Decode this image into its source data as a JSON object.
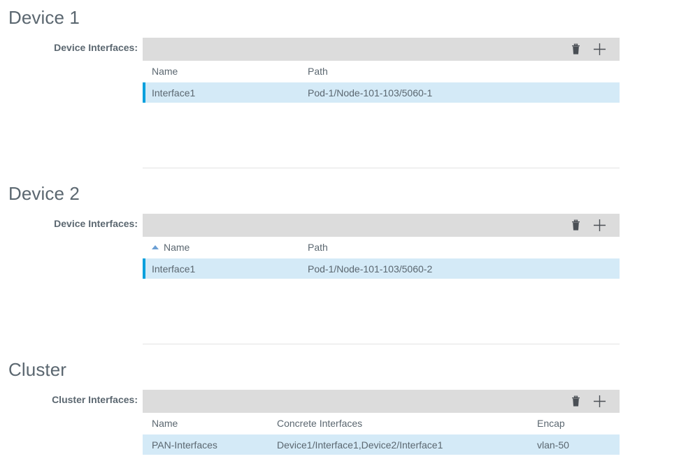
{
  "sections": [
    {
      "id": "device1",
      "title": "Device 1",
      "field_label": "Device Interfaces:",
      "toolbar": {
        "delete_icon": "trash-icon",
        "add_icon": "plus-icon",
        "delete_title": "Delete",
        "add_title": "Add"
      },
      "table": {
        "sorted": false,
        "sort_direction": "",
        "columns": [
          "Name",
          "Path"
        ],
        "rows": [
          {
            "selected": true,
            "cells": [
              "Interface1",
              "Pod-1/Node-101-103/5060-1"
            ]
          }
        ]
      }
    },
    {
      "id": "device2",
      "title": "Device 2",
      "field_label": "Device Interfaces:",
      "toolbar": {
        "delete_icon": "trash-icon",
        "add_icon": "plus-icon",
        "delete_title": "Delete",
        "add_title": "Add"
      },
      "table": {
        "sorted": true,
        "sort_direction": "ascending",
        "sort_column": "Name",
        "columns": [
          "Name",
          "Path"
        ],
        "rows": [
          {
            "selected": true,
            "cells": [
              "Interface1",
              "Pod-1/Node-101-103/5060-2"
            ]
          }
        ]
      }
    },
    {
      "id": "cluster",
      "title": "Cluster",
      "field_label": "Cluster Interfaces:",
      "toolbar": {
        "delete_icon": "trash-icon",
        "add_icon": "plus-icon",
        "delete_title": "Delete",
        "add_title": "Add"
      },
      "table": {
        "sorted": false,
        "sort_direction": "",
        "columns": [
          "Name",
          "Concrete Interfaces",
          "Encap"
        ],
        "rows": [
          {
            "selected": false,
            "cells": [
              "PAN-Interfaces",
              "Device1/Interface1,Device2/Interface1",
              "vlan-50"
            ]
          }
        ]
      }
    }
  ],
  "colors": {
    "selection_bar": "#00a0dd",
    "row_background": "#d4eaf7",
    "toolbar_background": "#dcdcdc",
    "text": "#5b6770",
    "divider": "#e3e3e3",
    "sort_arrow": "#6b9fd4"
  }
}
